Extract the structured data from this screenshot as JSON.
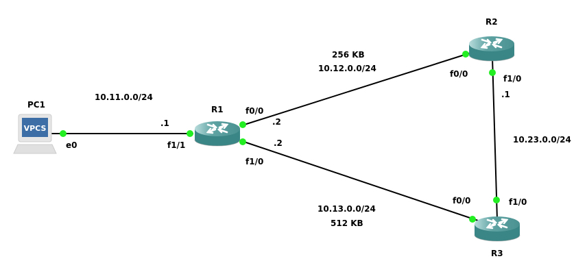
{
  "nodes": {
    "pc1": {
      "name": "PC1",
      "icon_text": "VPCS",
      "interfaces": {
        "e0": "e0"
      }
    },
    "r1": {
      "name": "R1",
      "interfaces": {
        "f1_1": "f1/1",
        "f0_0": "f0/0",
        "f1_0": "f1/0"
      }
    },
    "r2": {
      "name": "R2",
      "interfaces": {
        "f0_0": "f0/0",
        "f1_0": "f1/0"
      }
    },
    "r3": {
      "name": "R3",
      "interfaces": {
        "f0_0": "f0/0",
        "f1_0": "f1/0"
      }
    }
  },
  "links": {
    "pc1_r1": {
      "subnet": "10.11.0.0/24",
      "r1_host": ".1"
    },
    "r1_r2": {
      "subnet": "10.12.0.0/24",
      "bandwidth": "256 KB",
      "r1_host": ".2"
    },
    "r1_r3": {
      "subnet": "10.13.0.0/24",
      "bandwidth": "512 KB",
      "r1_host": ".2"
    },
    "r2_r3": {
      "subnet": "10.23.0.0/24",
      "r2_host": ".1"
    }
  },
  "colors": {
    "router": "#3f8b8b",
    "port_up": "#22ee22",
    "link": "#000000"
  }
}
